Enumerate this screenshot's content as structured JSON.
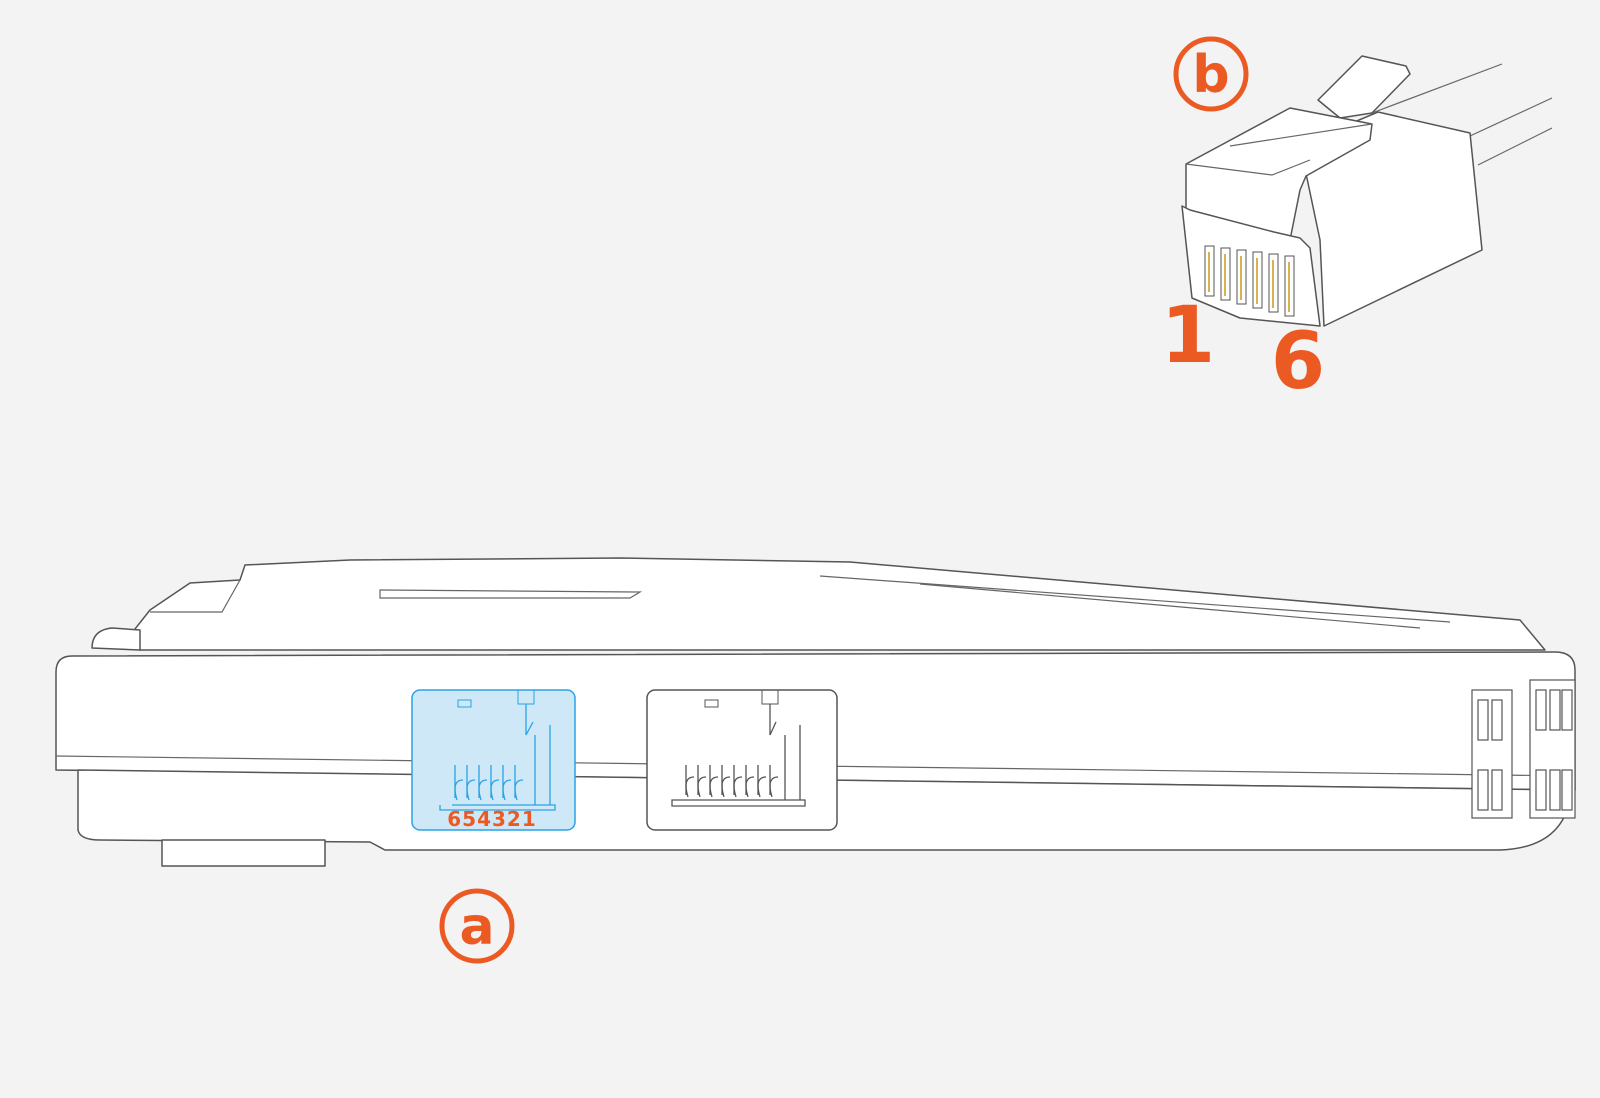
{
  "callouts": {
    "a": "a",
    "b": "b"
  },
  "plug": {
    "pin_first": "1",
    "pin_last": "6"
  },
  "port": {
    "pin_numbers": "654321"
  },
  "colors": {
    "accent": "#ec5a24",
    "highlight": "#cfe8f7",
    "highlight_stroke": "#2aa3e6"
  }
}
